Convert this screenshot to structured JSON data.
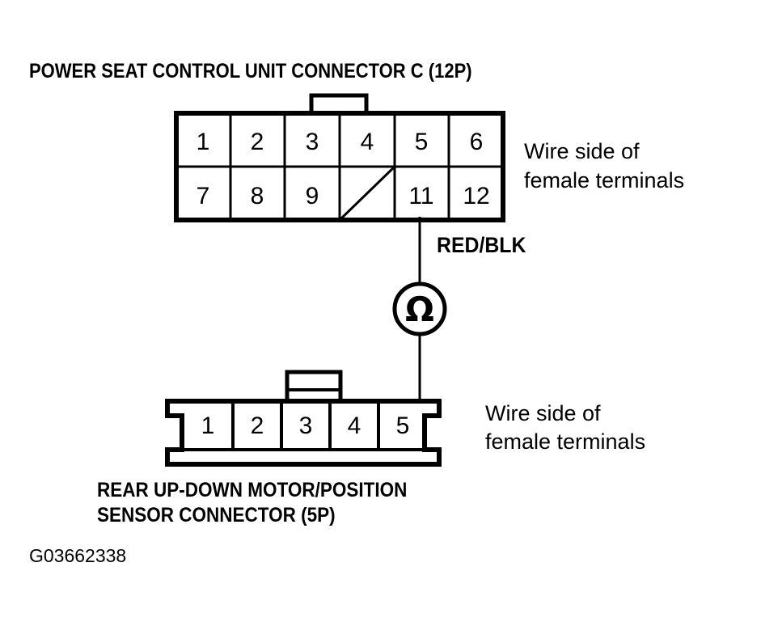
{
  "figure": {
    "id_label": "G03662338",
    "ink_color": "#000000",
    "background_color": "#ffffff"
  },
  "top_connector": {
    "title": "POWER SEAT CONTROL UNIT CONNECTOR C (12P)",
    "pin_count": "12P",
    "note_line1": "Wire side of",
    "note_line2": "female terminals",
    "rows": [
      [
        "1",
        "2",
        "3",
        "4",
        "5",
        "6"
      ],
      [
        "7",
        "8",
        "9",
        "",
        "11",
        "12"
      ]
    ],
    "blank_cell_index": "10",
    "connected_pin": "11"
  },
  "wire": {
    "label": "RED/BLK",
    "from_pin": "11",
    "to_pin": "5"
  },
  "meter": {
    "symbol": "Ω",
    "name": "ohmmeter"
  },
  "bottom_connector": {
    "title_line1": "REAR UP-DOWN MOTOR/POSITION",
    "title_line2": "SENSOR CONNECTOR (5P)",
    "pin_count": "5P",
    "note_line1": "Wire side of",
    "note_line2": "female terminals",
    "pins": [
      "1",
      "2",
      "3",
      "4",
      "5"
    ],
    "connected_pin": "5"
  }
}
